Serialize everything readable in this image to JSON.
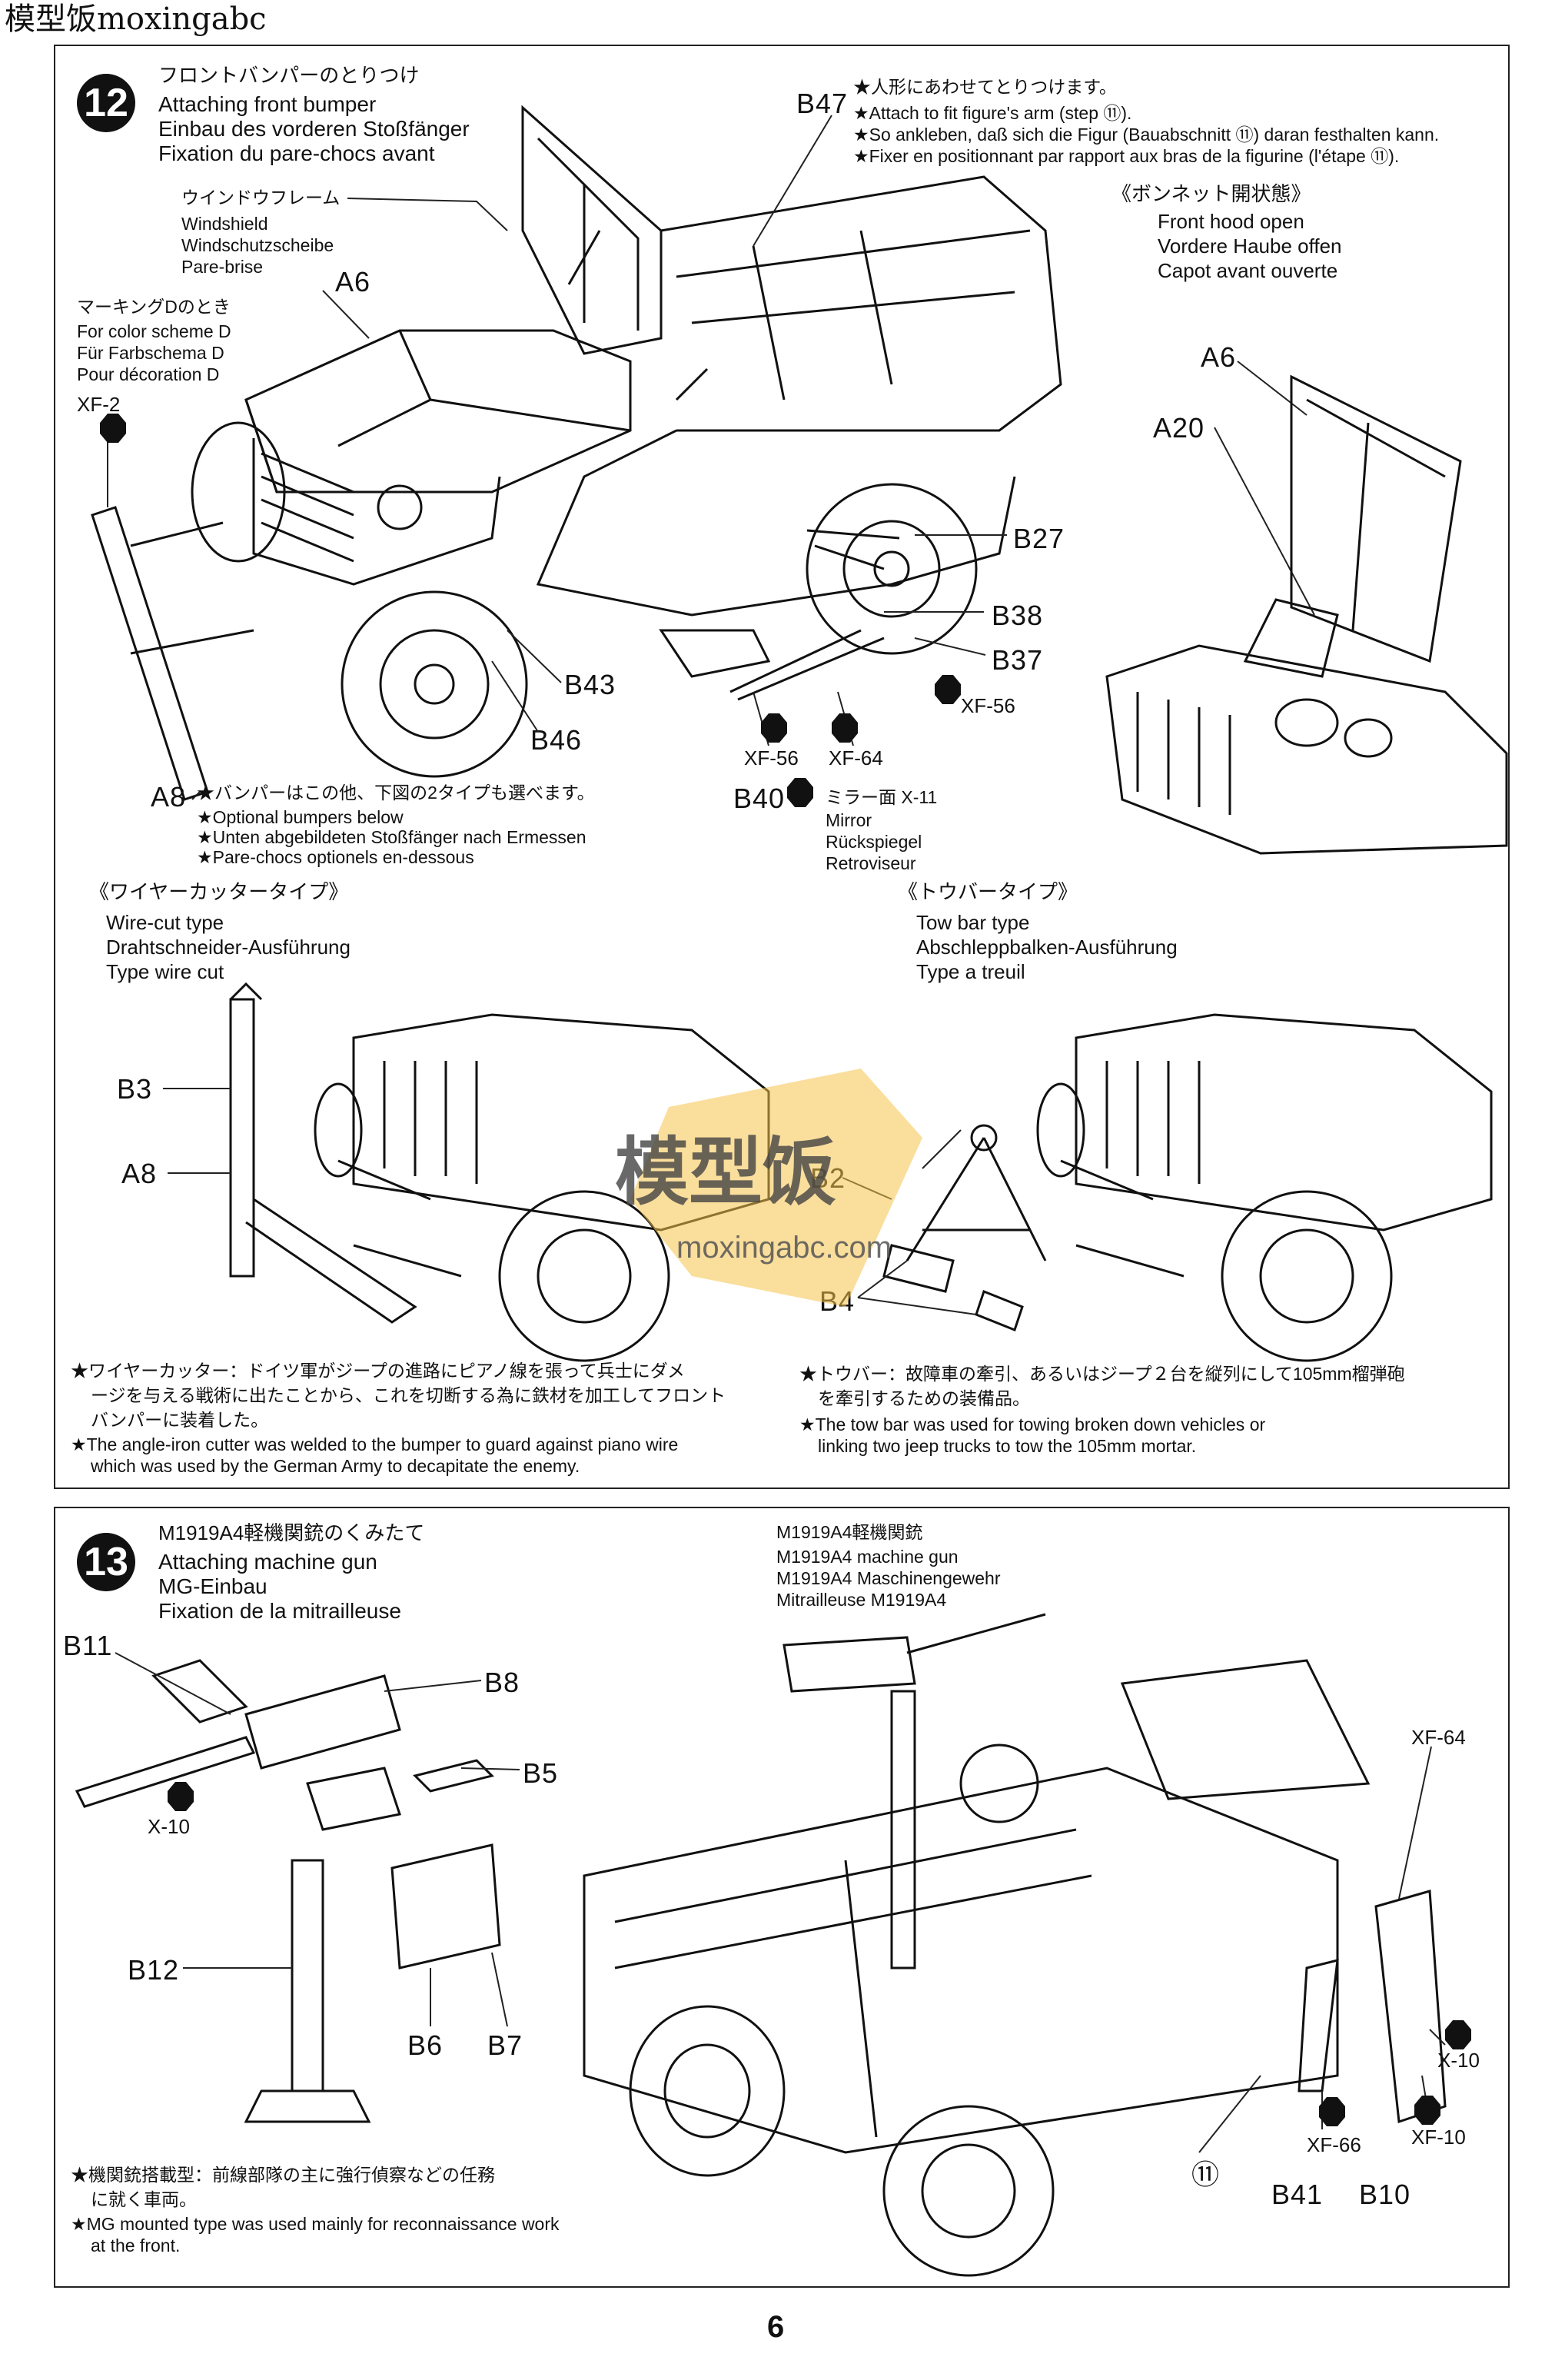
{
  "header": {
    "site_name": "模型饭moxingabc"
  },
  "step12": {
    "number": "12",
    "title_jp": "フロントバンパーのとりつけ",
    "title_en": "Attaching front bumper",
    "title_de": "Einbau des vorderen Stoßfänger",
    "title_fr": "Fixation du pare-chocs avant",
    "windshield": {
      "jp": "ウインドウフレーム",
      "en": "Windshield",
      "de": "Windschutzscheibe",
      "fr": "Pare-brise"
    },
    "marking": {
      "jp": "マーキングDのとき",
      "en": "For color scheme D",
      "de": "Für Farbschema D",
      "fr": "Pour décoration D"
    },
    "b47_note": {
      "jp": "★人形にあわせてとりつけます。",
      "en": "★Attach to fit figure's arm (step ⑪).",
      "de": "★So ankleben, daß sich die Figur (Bauabschnitt ⑪) daran festhalten kann.",
      "fr": "★Fixer en positionnant par rapport aux bras de la figurine (l'étape ⑪)."
    },
    "hood_open": {
      "jp": "《ボンネット開状態》",
      "en": "Front hood open",
      "de": "Vordere Haube offen",
      "fr": "Capot avant ouverte"
    },
    "parts": {
      "a6": "A6",
      "a6b": "A6",
      "a20": "A20",
      "a8": "A8",
      "b47": "B47",
      "b27": "B27",
      "b38": "B38",
      "b37": "B37",
      "b43": "B43",
      "b46": "B46",
      "b40": "B40",
      "xf2": "XF-2",
      "xf56a": "XF-56",
      "xf56b": "XF-56",
      "xf64": "XF-64"
    },
    "mirror": {
      "jp": "ミラー面 X-11",
      "en": "Mirror",
      "de": "Rückspiegel",
      "fr": "Retroviseur"
    },
    "bumper_note": {
      "jp": "★バンパーはこの他、下図の2タイプも選べます。",
      "en": "★Optional bumpers below",
      "de": "★Unten abgebildeten Stoßfänger nach Ermessen",
      "fr": "★Pare-chocs optionels en-dessous"
    },
    "wire_cut": {
      "jp": "《ワイヤーカッタータイプ》",
      "en": "Wire-cut type",
      "de": "Drahtschneider-Ausführung",
      "fr": "Type wire cut",
      "b3": "B3",
      "a8": "A8",
      "note_jp1": "★ワイヤーカッター：ドイツ軍がジープの進路にピアノ線を張って兵士にダメ",
      "note_jp2": "ージを与える戦術に出たことから、これを切断する為に鉄材を加工してフロント",
      "note_jp3": "バンパーに装着した。",
      "note_en1": "★The angle-iron cutter was welded to the bumper to guard against piano wire",
      "note_en2": "which was used by the German Army to decapitate the enemy."
    },
    "tow_bar": {
      "jp": "《トウバータイプ》",
      "en": "Tow bar type",
      "de": "Abschleppbalken-Ausführung",
      "fr": "Type a treuil",
      "b2": "B2",
      "b4": "B4",
      "note_jp1": "★トウバー：故障車の牽引、あるいはジープ２台を縦列にして105mm榴弾砲",
      "note_jp2": "を牽引するための装備品。",
      "note_en1": "★The tow bar was used for towing broken down vehicles or",
      "note_en2": "linking two jeep trucks to tow the 105mm mortar."
    }
  },
  "watermark": {
    "cn": "模型饭",
    "url": "moxingabc.com"
  },
  "step13": {
    "number": "13",
    "title_jp": "M1919A4軽機関銃のくみたて",
    "title_en": "Attaching machine gun",
    "title_de": "MG-Einbau",
    "title_fr": "Fixation de la mitrailleuse",
    "gun_label": {
      "jp": "M1919A4軽機関銃",
      "en": "M1919A4 machine gun",
      "de": "M1919A4 Maschinengewehr",
      "fr": "Mitrailleuse M1919A4"
    },
    "parts": {
      "b11": "B11",
      "b8": "B8",
      "b5": "B5",
      "x10a": "X-10",
      "b12": "B12",
      "b6": "B6",
      "b7": "B7",
      "xf64": "XF-64",
      "x10b": "X-10",
      "xf66": "XF-66",
      "xf10": "XF-10",
      "b41": "B41",
      "b10": "B10",
      "ref11": "⑪"
    },
    "note_jp1": "★機関銃搭載型：前線部隊の主に強行偵察などの任務",
    "note_jp2": "に就く車両。",
    "note_en1": "★MG mounted type was used mainly for reconnaissance work",
    "note_en2": "at the front."
  },
  "footer": {
    "page_number": "6"
  }
}
